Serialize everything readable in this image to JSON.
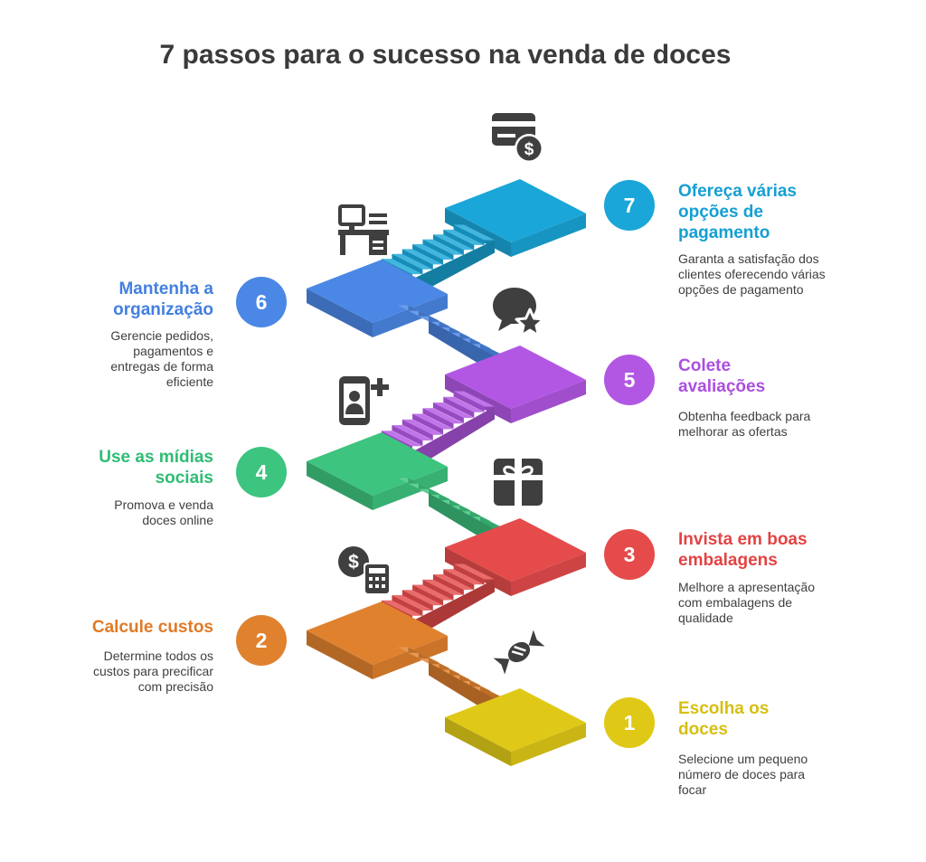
{
  "title": "7 passos para o sucesso na venda de doces",
  "steps": [
    {
      "number": "1",
      "title": "Escolha os doces",
      "desc": "Selecione um pequeno número de doces para focar",
      "color": "#dfc916",
      "icon": "candy-icon"
    },
    {
      "number": "2",
      "title": "Calcule custos",
      "desc": "Determine todos os custos para precificar com precisão",
      "color": "#e0812e",
      "icon": "calculator-money-icon"
    },
    {
      "number": "3",
      "title": "Invista em boas embalagens",
      "desc": "Melhore a apresentação com embalagens de qualidade",
      "color": "#e54b4b",
      "icon": "gift-box-icon"
    },
    {
      "number": "4",
      "title": "Use as mídias sociais",
      "desc": "Promova e venda doces online",
      "color": "#3dc47e",
      "icon": "phone-add-user-icon"
    },
    {
      "number": "5",
      "title": "Colete avaliações",
      "desc": "Obtenha feedback para melhorar as ofertas",
      "color": "#b257e3",
      "icon": "chat-star-icon"
    },
    {
      "number": "6",
      "title": "Mantenha a organização",
      "desc": "Gerencie pedidos, pagamentos e entregas de forma eficiente",
      "color": "#4b87e5",
      "icon": "desk-computer-icon"
    },
    {
      "number": "7",
      "title": "Ofereça várias opções de pagamento",
      "desc": "Garanta a satisfação dos clientes oferecendo várias opções de pagamento",
      "color": "#1aa6d8",
      "icon": "card-dollar-icon"
    }
  ]
}
